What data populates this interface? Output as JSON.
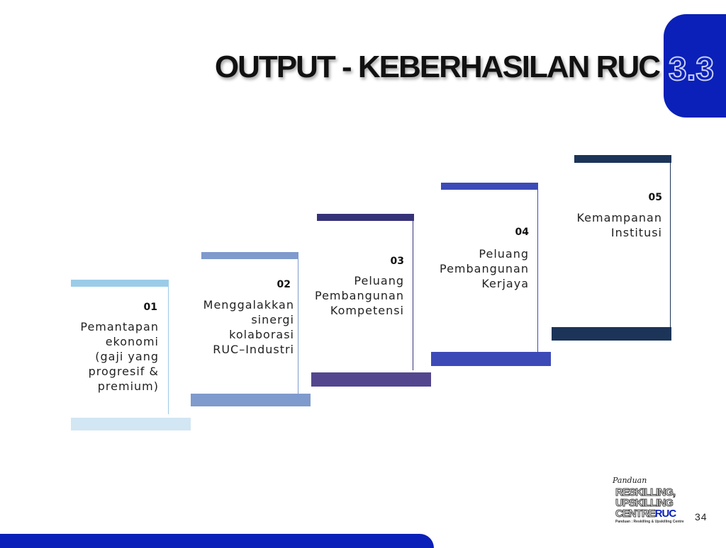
{
  "header": {
    "title": "OUTPUT - KEBERHASILAN RUC",
    "section_number": "3.3"
  },
  "steps": [
    {
      "number": "01",
      "lines": [
        "Pemantapan",
        "ekonomi",
        "(gaji yang",
        "progresif &",
        "premium)"
      ],
      "color": "#9ccbe8",
      "bottom_color": "#d2e6f3"
    },
    {
      "number": "02",
      "lines": [
        "Menggalakkan",
        "sinergi",
        "kolaborasi",
        "RUC–Industri"
      ],
      "color": "#7f9acc",
      "bottom_color": "#7f9acc"
    },
    {
      "number": "03",
      "lines": [
        "Peluang",
        "Pembangunan",
        "Kompetensi"
      ],
      "color": "#363278",
      "bottom_color": "#53468f"
    },
    {
      "number": "04",
      "lines": [
        "Peluang",
        "Pembangunan",
        "Kerjaya"
      ],
      "color": "#3c4ab8",
      "bottom_color": "#3c4ab8"
    },
    {
      "number": "05",
      "lines": [
        "Kemampanan",
        "Institusi"
      ],
      "color": "#1c3458",
      "bottom_color": "#1c3458"
    }
  ],
  "footer": {
    "page_number": "34",
    "logo": {
      "script_text": "Panduan",
      "line1": "RESKILLING,",
      "line2": "UPSKILLING",
      "line3_main": "CENTRE",
      "line3_accent": "RUC",
      "tagline": "Panduan : Reskilling & Upskilling Centre"
    }
  }
}
